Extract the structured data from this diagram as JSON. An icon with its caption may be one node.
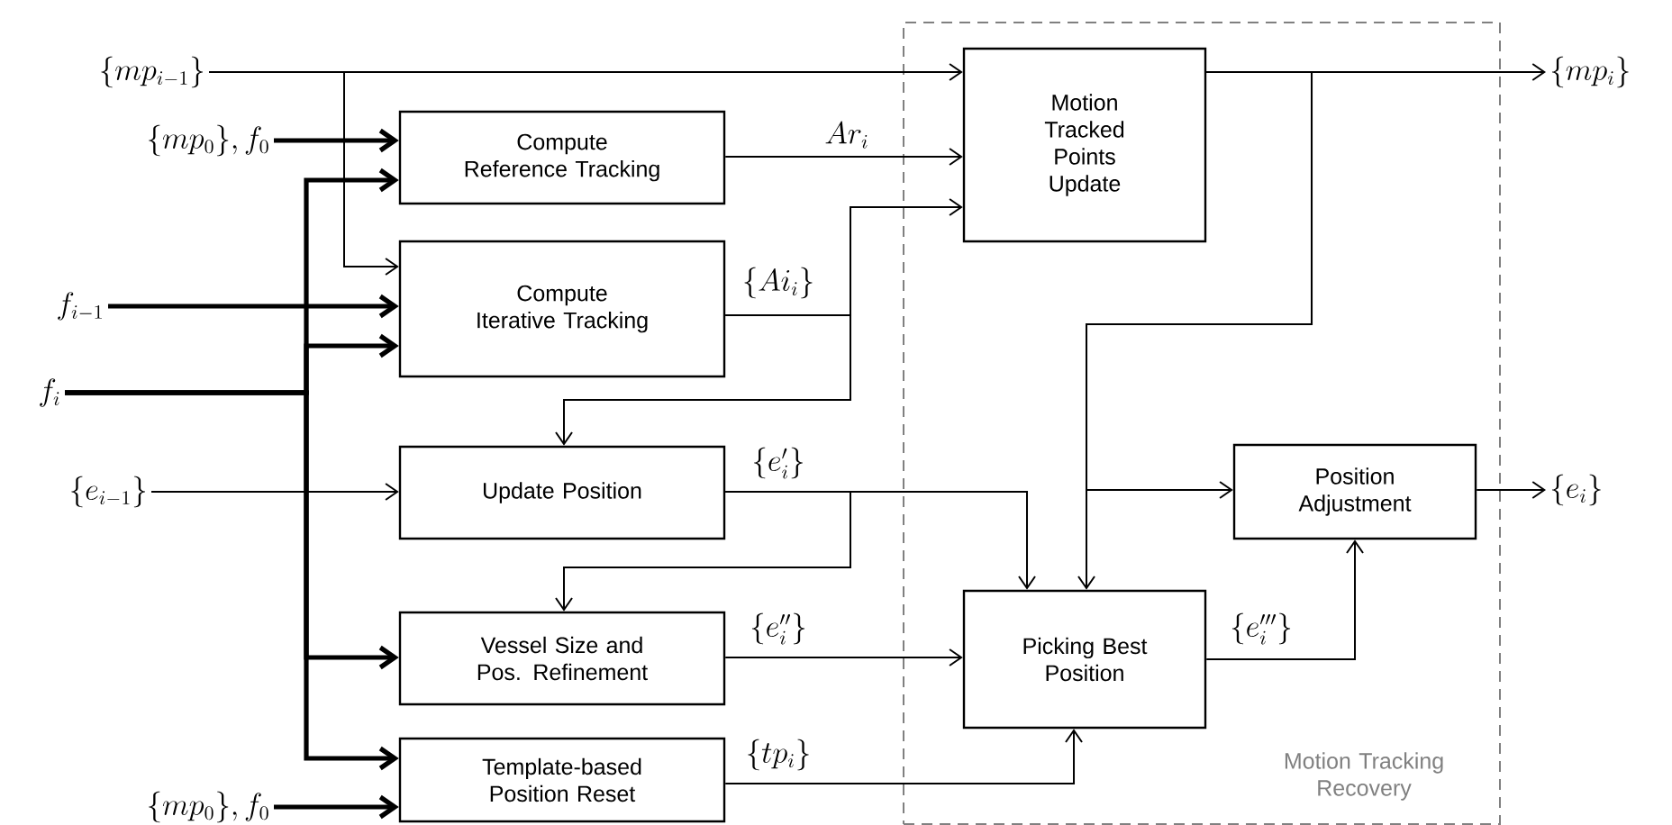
{
  "diagram": {
    "nodes": [
      {
        "text": [
          "\\{mp_{i-1}\\}"
        ]
      },
      {
        "text": [
          "\\{mp_0\\}, f_0"
        ]
      },
      {
        "text": [
          "Compute Reference Tracking"
        ]
      },
      {
        "text": [
          "f_{i-1}"
        ]
      },
      {
        "text": [
          "Compute Iterative Tracking"
        ]
      },
      {
        "text": [
          "f_i"
        ]
      },
      {
        "text": [
          "\\{e_{i-1}\\}"
        ]
      },
      {
        "text": [
          "Update Position"
        ]
      },
      {
        "text": [
          "Vessel Size and Pos. Refinement"
        ]
      },
      {
        "text": [
          "\\{mp_0\\}, f_0"
        ]
      },
      {
        "text": [
          "Template-based Position Reset"
        ]
      },
      {
        "text": [
          "Motion Tracking Recovery"
        ]
      },
      {
        "text": [
          "Motion Tracked Points Update"
        ],
        "in": 11
      },
      {
        "text": [
          "Position Adjustment"
        ],
        "in": 11
      },
      {
        "text": [
          "Picking Best Position"
        ],
        "in": 11
      },
      {
        "text": [
          "\\{mp_i\\}"
        ]
      },
      {
        "text": [
          "\\{e_i\\}"
        ]
      }
    ],
    "edges": [
      {
        "from": 0,
        "to": 12,
        "arrow": "to"
      },
      {
        "from": 0,
        "to": 4,
        "arrow": "to"
      },
      {
        "from": 1,
        "to": 2,
        "arrow": "to",
        "style": "thick"
      },
      {
        "from": 3,
        "to": 4,
        "arrow": "to",
        "style": "thick"
      },
      {
        "from": 5,
        "to": 2,
        "arrow": "to",
        "style": "thick"
      },
      {
        "from": 5,
        "to": 4,
        "arrow": "to",
        "style": "thick"
      },
      {
        "from": 5,
        "to": 8,
        "arrow": "to",
        "style": "thick"
      },
      {
        "from": 5,
        "to": 10,
        "arrow": "to",
        "style": "thick"
      },
      {
        "from": 6,
        "to": 7,
        "arrow": "to"
      },
      {
        "from": 9,
        "to": 10,
        "arrow": "to",
        "style": "thick"
      },
      {
        "from": 2,
        "to": 12,
        "arrow": "to",
        "label": "Ar_i"
      },
      {
        "from": 4,
        "to": 12,
        "arrow": "to",
        "label": "\\{Ai_i\\}"
      },
      {
        "from": 4,
        "to": 7,
        "arrow": "to"
      },
      {
        "from": 7,
        "to": 14,
        "arrow": "to",
        "label": "\\{e'_i\\}"
      },
      {
        "from": 7,
        "to": 8,
        "arrow": "to"
      },
      {
        "from": 8,
        "to": 14,
        "arrow": "to",
        "label": "\\{e''_i\\}"
      },
      {
        "from": 10,
        "to": 14,
        "arrow": "to",
        "label": "\\{tp_i\\}"
      },
      {
        "from": 12,
        "to": 15,
        "arrow": "to"
      },
      {
        "from": 12,
        "to": 14,
        "arrow": "to"
      },
      {
        "from": 12,
        "to": 13,
        "arrow": "to"
      },
      {
        "from": 14,
        "to": 13,
        "arrow": "to",
        "label": "\\{e'''_i\\}"
      },
      {
        "from": 13,
        "to": 16,
        "arrow": "to"
      }
    ]
  }
}
